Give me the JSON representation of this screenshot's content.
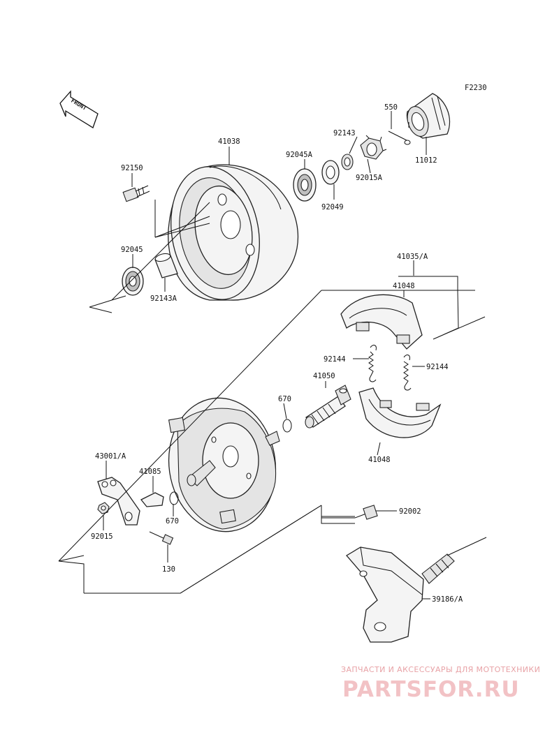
{
  "figure_code": "F2230",
  "front_label": "FRONT",
  "parts": {
    "p550": "550",
    "p11012": "11012",
    "p92143": "92143",
    "p92015A": "92015A",
    "p92045A": "92045A",
    "p92049": "92049",
    "p41038": "41038",
    "p92150": "92150",
    "p92045": "92045",
    "p92143A": "92143A",
    "p41035A": "41035/A",
    "p41048_top": "41048",
    "p92144_left": "92144",
    "p92144_right": "92144",
    "p41050": "41050",
    "p670_a": "670",
    "p41048_bottom": "41048",
    "p43001A": "43001/A",
    "p41085": "41085",
    "p670_b": "670",
    "p92015": "92015",
    "p92002": "92002",
    "p130": "130",
    "p39186A": "39186/A"
  },
  "watermark": {
    "line1": "ЗАПЧАСТИ И АКСЕССУАРЫ ДЛЯ МОТОТЕХНИКИ",
    "line2": "PARTSFOR.RU"
  }
}
